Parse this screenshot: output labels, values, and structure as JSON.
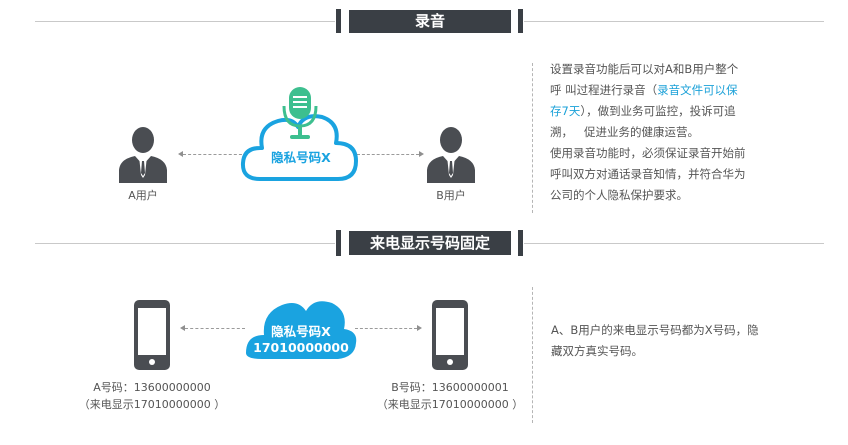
{
  "section1": {
    "title": "录音",
    "cloud_label": "隐私号码X",
    "user_a_label": "A用户",
    "user_b_label": "B用户",
    "description": {
      "line1": "设置录音功能后可以对A和B用户整个",
      "line2_a": "呼 叫过程进行录音（",
      "line2_b": "录音文件可以保",
      "line3_a": "存7天",
      "line3_b": "），做到业务可监控，投诉可追",
      "line4": "溯，   促进业务的健康运营。",
      "line5": "使用录音功能时，必须保证录音开始前",
      "line6": "呼叫双方对通话录音知情，并符合华为",
      "line7": "公司的个人隐私保护要求。"
    }
  },
  "section2": {
    "title": "来电显示号码固定",
    "cloud_label": "隐私号码X",
    "cloud_number": "17010000000",
    "phone_a_number": "A号码：13600000000",
    "phone_a_display": "（来电显示17010000000 ）",
    "phone_b_number": "B号码：13600000001",
    "phone_b_display": "（来电显示17010000000 ）",
    "description": {
      "line1": "A、B用户的来电显示号码都为X号码，隐",
      "line2": "藏双方真实号码。"
    }
  },
  "colors": {
    "dark_bar": "#3a3f45",
    "cloud_blue": "#1aa3e0",
    "mic_green": "#3dbf8f",
    "highlight": "#1ba1d8",
    "icon_dark": "#4a4d52"
  },
  "icons": {
    "microphone": "microphone-icon",
    "user": "user-icon",
    "phone": "phone-icon",
    "cloud": "cloud-icon"
  }
}
